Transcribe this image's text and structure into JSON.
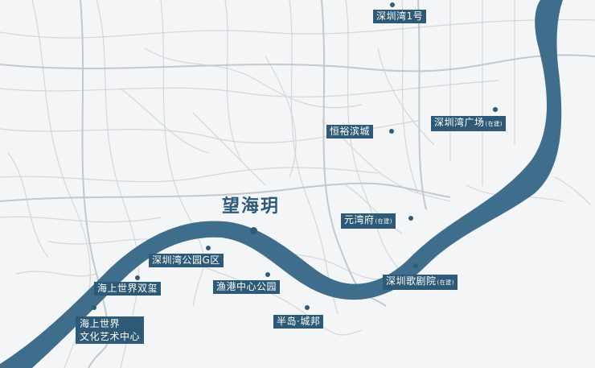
{
  "map": {
    "colors": {
      "river": "#3f6d8c",
      "roads": "#cfd3d6",
      "label_bg": "#2e5a77",
      "land": "#f4f5f6"
    },
    "featured": {
      "name": "望海玥"
    },
    "pois": [
      {
        "id": "shenzhen-bay-1",
        "name": "深圳湾1号",
        "note": ""
      },
      {
        "id": "shenzhen-bay-plaza",
        "name": "深圳湾广场",
        "note": "(在建)"
      },
      {
        "id": "hengyu-bincheng",
        "name": "恒裕滨城",
        "note": ""
      },
      {
        "id": "yuanwanfu",
        "name": "元湾府",
        "note": "(在建)"
      },
      {
        "id": "shenzhen-opera",
        "name": "深圳歌剧院",
        "note": "(在建)"
      },
      {
        "id": "park-g-zone",
        "name": "深圳湾公园G区",
        "note": ""
      },
      {
        "id": "haishang-shijie-shuangxi",
        "name": "海上世界双玺",
        "note": ""
      },
      {
        "id": "yugang-park",
        "name": "渔港中心公园",
        "note": ""
      },
      {
        "id": "bandao-chengbang",
        "name": "半岛·城邦",
        "note": ""
      },
      {
        "id": "haishang-culture",
        "name": "海上世界",
        "name_line2": "文化艺术中心",
        "note": ""
      }
    ]
  }
}
